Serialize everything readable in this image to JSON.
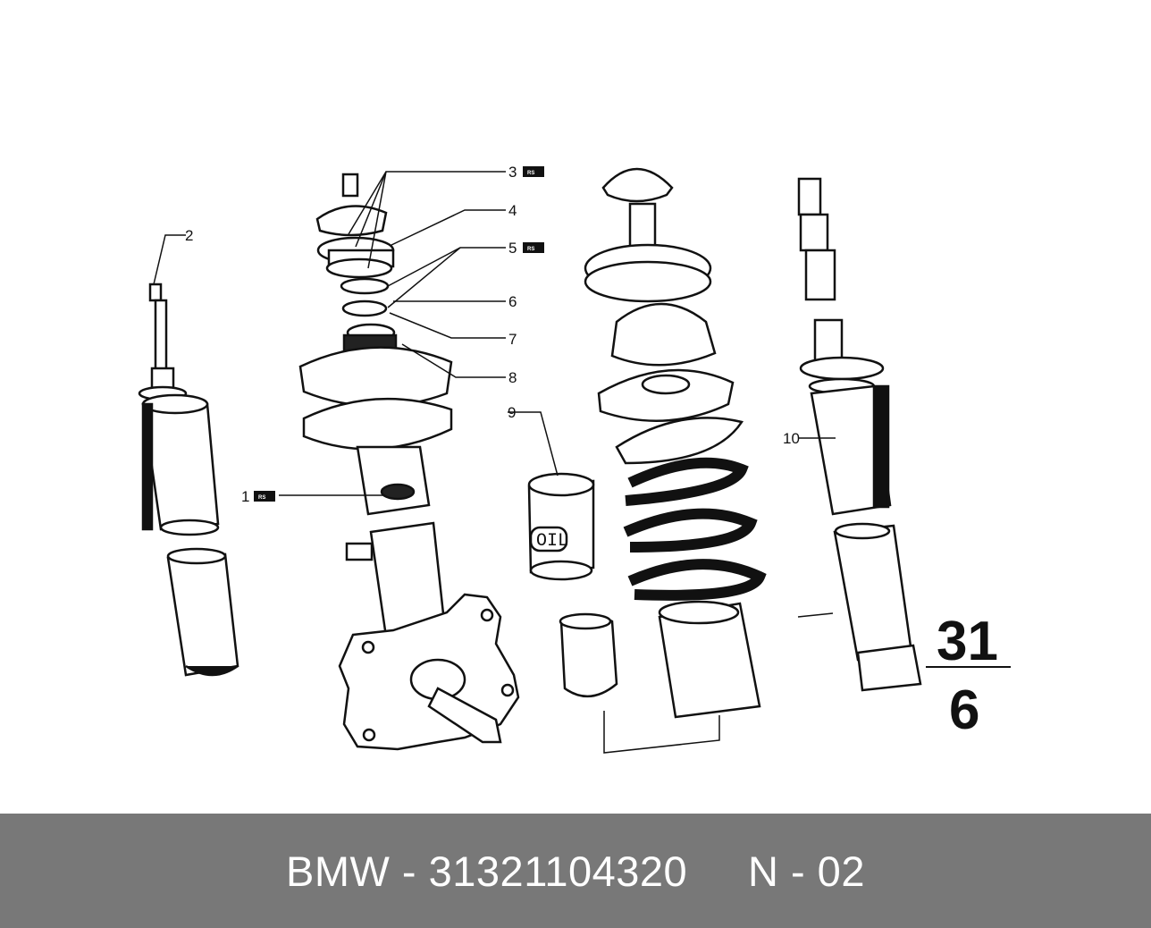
{
  "diagram": {
    "callouts": [
      {
        "id": "1",
        "label": "1",
        "badge": "RS"
      },
      {
        "id": "2",
        "label": "2",
        "badge": ""
      },
      {
        "id": "3",
        "label": "3",
        "badge": "RS"
      },
      {
        "id": "4",
        "label": "4",
        "badge": ""
      },
      {
        "id": "5",
        "label": "5",
        "badge": "RS"
      },
      {
        "id": "6",
        "label": "6",
        "badge": ""
      },
      {
        "id": "7",
        "label": "7",
        "badge": ""
      },
      {
        "id": "8",
        "label": "8",
        "badge": ""
      },
      {
        "id": "9",
        "label": "9",
        "badge": ""
      },
      {
        "id": "10",
        "label": "10",
        "badge": ""
      }
    ],
    "oil_can_text": "OIL",
    "group": {
      "main": "31",
      "sub": "6"
    }
  },
  "caption": {
    "brand": "BMW",
    "part_number": "31321104320",
    "text": "BMW - 31321104320     N - 02"
  }
}
